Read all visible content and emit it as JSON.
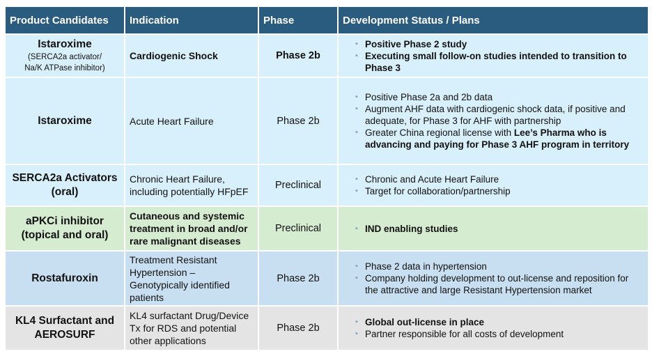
{
  "header": {
    "col1": "Product Candidates",
    "col2": "Indication",
    "col3": "Phase",
    "col4": "Development Status / Plans"
  },
  "bullet_glyph": "▪",
  "rows": [
    {
      "candidate": "Istaroxime",
      "candidate_sub1": "(SERCA2a activator/",
      "candidate_sub2": "Na/K ATPase inhibitor)",
      "indication": "Cardiogenic Shock",
      "phase": "Phase 2b",
      "status": [
        "Positive Phase 2 study",
        "Executing small follow-on studies intended to transition to Phase 3"
      ]
    },
    {
      "candidate": "Istaroxime",
      "indication": "Acute Heart Failure",
      "phase": "Phase 2b",
      "status": [
        "Positive Phase 2a and 2b data",
        "Augment AHF data with cardiogenic shock data, if positive and adequate, for Phase 3 for AHF with partnership"
      ],
      "status3_plain": "Greater China regional license with ",
      "status3_bold": "Lee’s Pharma who is advancing and paying for Phase 3 AHF program in territory"
    },
    {
      "candidate": "SERCA2a Activators (oral)",
      "indication": "Chronic Heart Failure, including potentially HFpEF",
      "phase": "Preclinical",
      "status": [
        "Chronic and Acute Heart Failure",
        "Target for collaboration/partnership"
      ]
    },
    {
      "candidate": "aPKCi inhibitor (topical and oral)",
      "indication": "Cutaneous and systemic treatment in broad and/or rare malignant diseases",
      "phase": "Preclinical",
      "status": [
        "IND enabling studies"
      ]
    },
    {
      "candidate": "Rostafuroxin",
      "indication": "Treatment Resistant Hypertension – Genotypically identified patients",
      "phase": "Phase 2b",
      "status": [
        "Phase 2 data in hypertension",
        "Company holding development to out-license and reposition for the attractive and large Resistant Hypertension market"
      ]
    },
    {
      "candidate": "KL4 Surfactant  and AEROSURF",
      "indication": "KL4 surfactant Drug/Device Tx for RDS and potential other applications",
      "phase": "Phase 2b",
      "status": [
        "Global out-license in place",
        "Partner responsible for all costs of development"
      ]
    }
  ]
}
